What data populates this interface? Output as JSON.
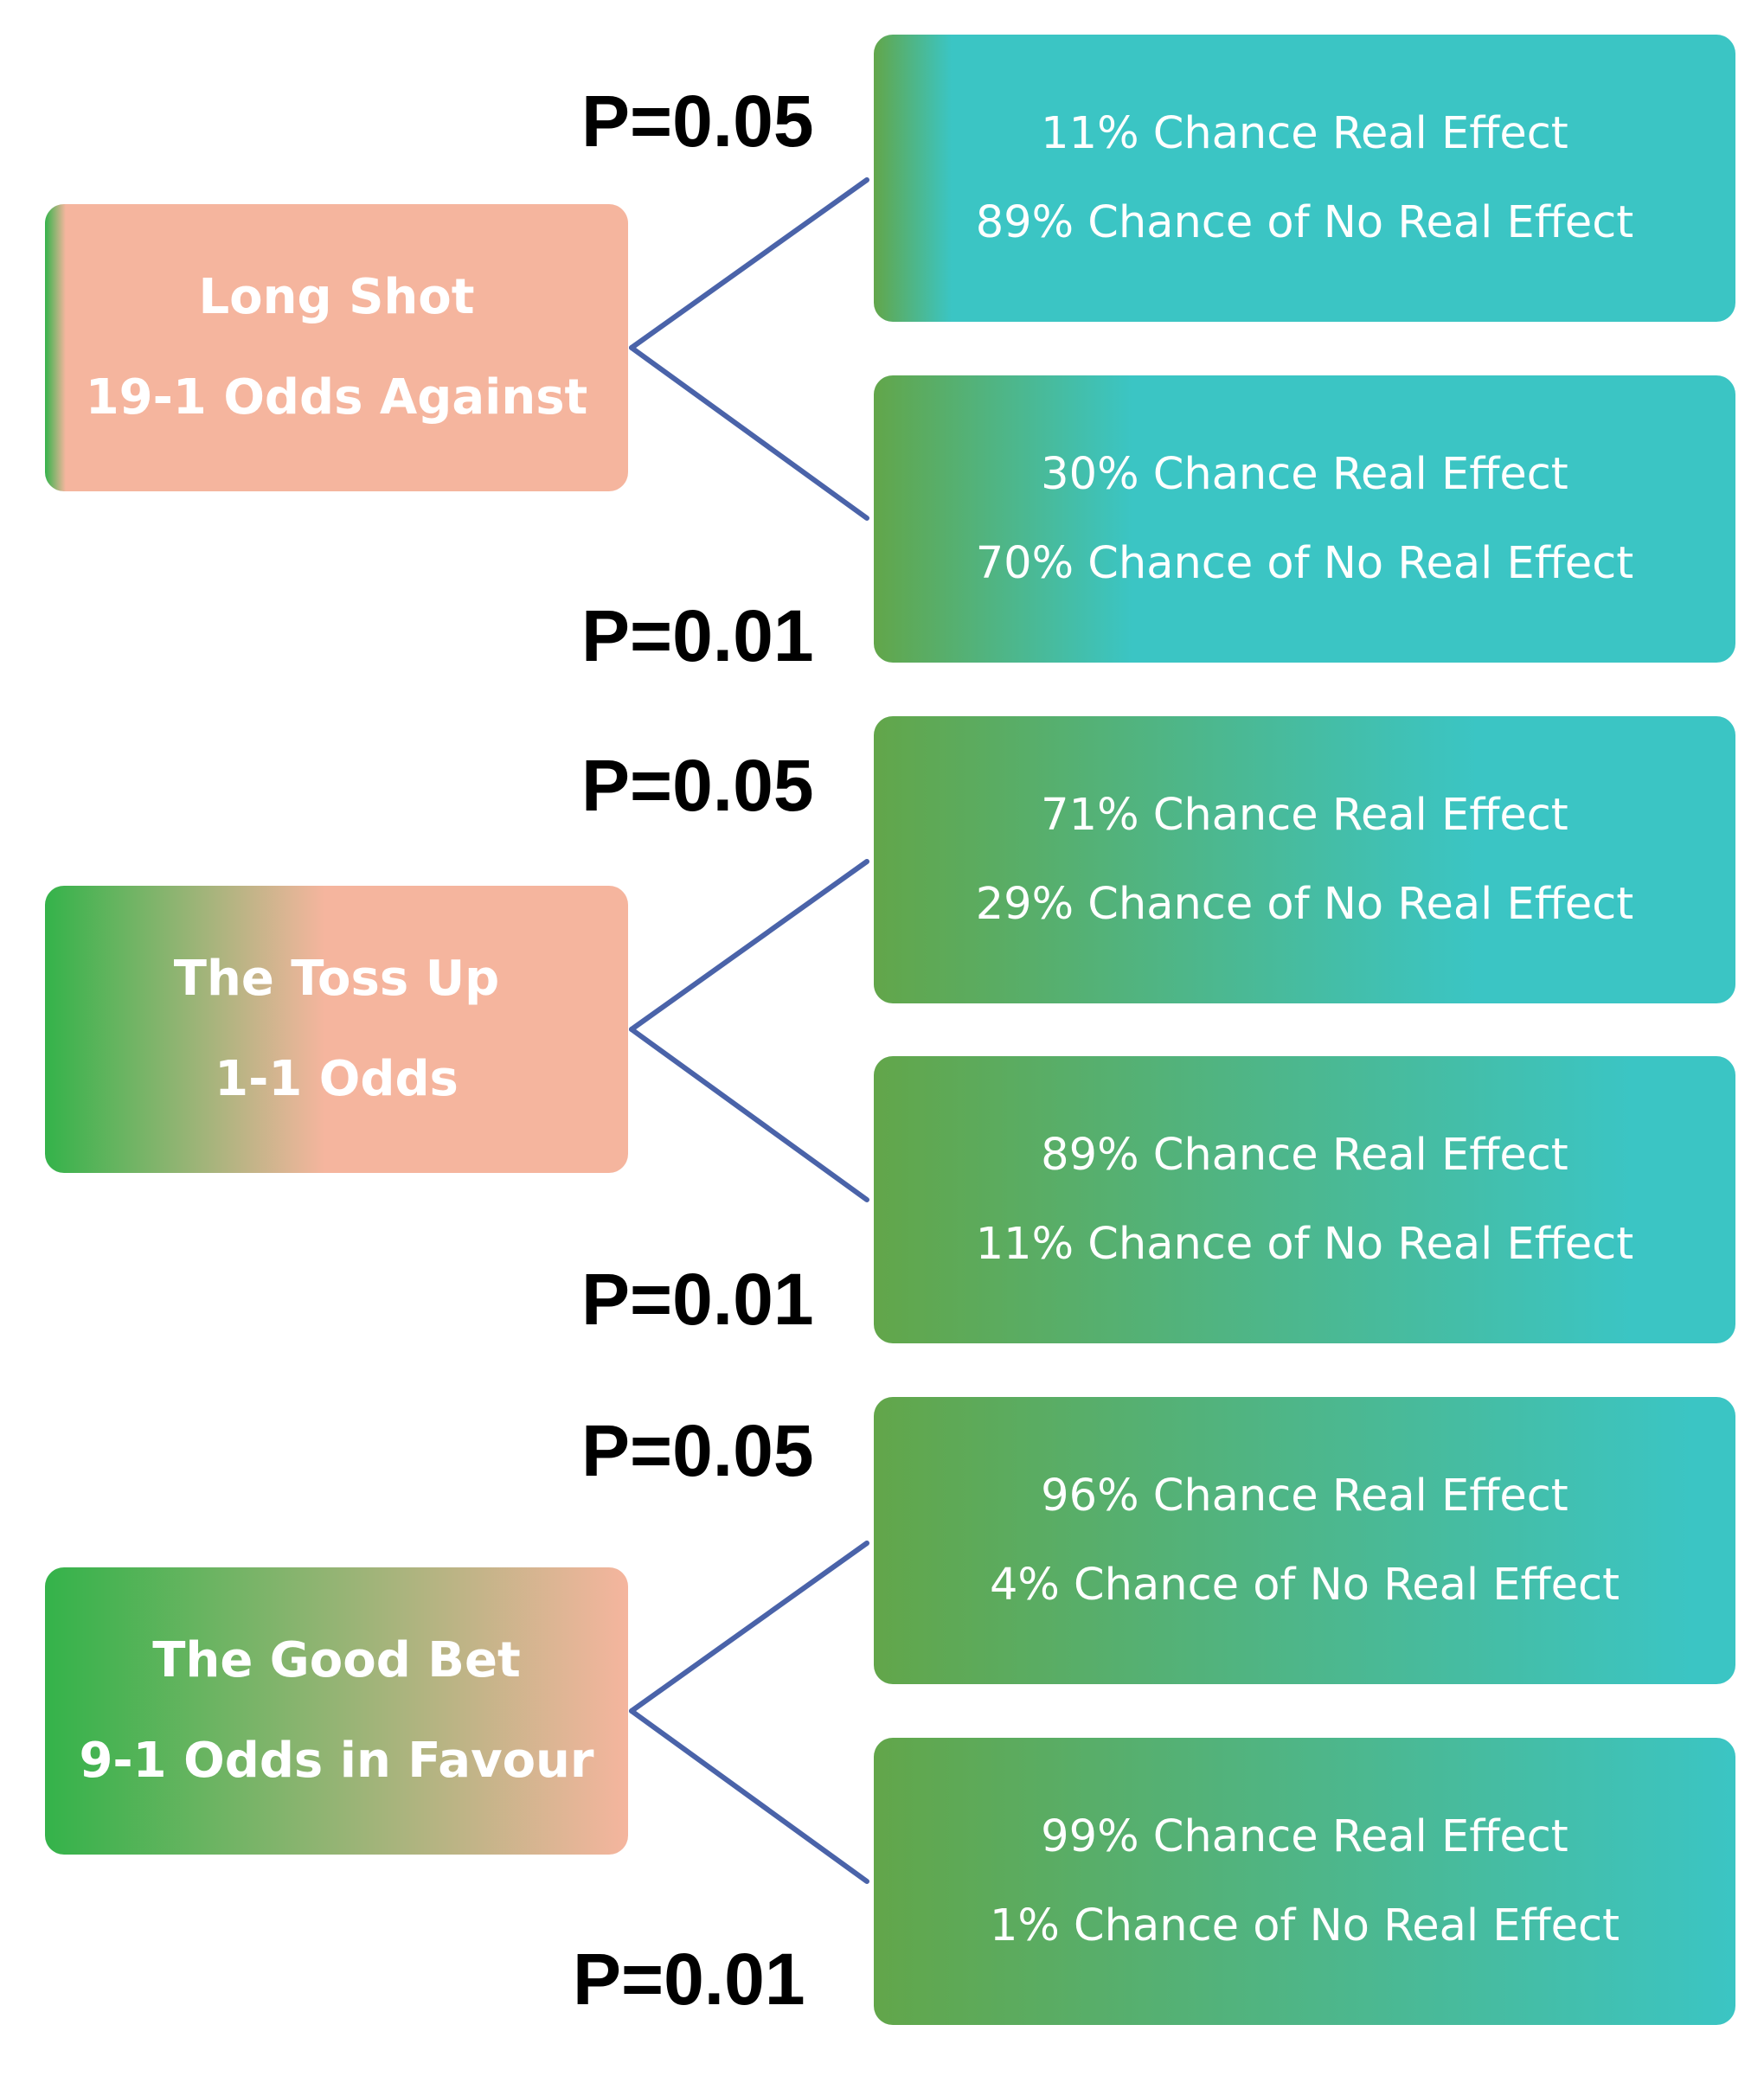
{
  "colors": {
    "connector": "#4a63a9",
    "scenario_green": "#34b34a",
    "scenario_salmon": "#f5b59e",
    "outcome_green": "#62a64a",
    "outcome_teal": "#3bc5c4",
    "p_value_text": "#000000"
  },
  "groups": [
    {
      "scenario": {
        "title": "Long Shot",
        "odds": "19-1 Odds Against"
      },
      "branches": [
        {
          "p_label": "P=0.05",
          "real_effect": "11% Chance Real Effect",
          "no_effect": "89% Chance of No Real Effect"
        },
        {
          "p_label": "P=0.01",
          "real_effect": "30% Chance Real Effect",
          "no_effect": "70% Chance of No Real Effect"
        }
      ]
    },
    {
      "scenario": {
        "title": "The Toss Up",
        "odds": "1-1 Odds"
      },
      "branches": [
        {
          "p_label": "P=0.05",
          "real_effect": "71% Chance Real Effect",
          "no_effect": "29% Chance of No Real Effect"
        },
        {
          "p_label": "P=0.01",
          "real_effect": "89% Chance Real Effect",
          "no_effect": "11% Chance of No Real Effect"
        }
      ]
    },
    {
      "scenario": {
        "title": "The Good Bet",
        "odds": "9-1 Odds in Favour"
      },
      "branches": [
        {
          "p_label": "P=0.05",
          "real_effect": "96% Chance Real Effect",
          "no_effect": "4% Chance of No Real Effect"
        },
        {
          "p_label": "P=0.01",
          "real_effect": "99% Chance Real Effect",
          "no_effect": "1% Chance of No Real Effect"
        }
      ]
    }
  ]
}
